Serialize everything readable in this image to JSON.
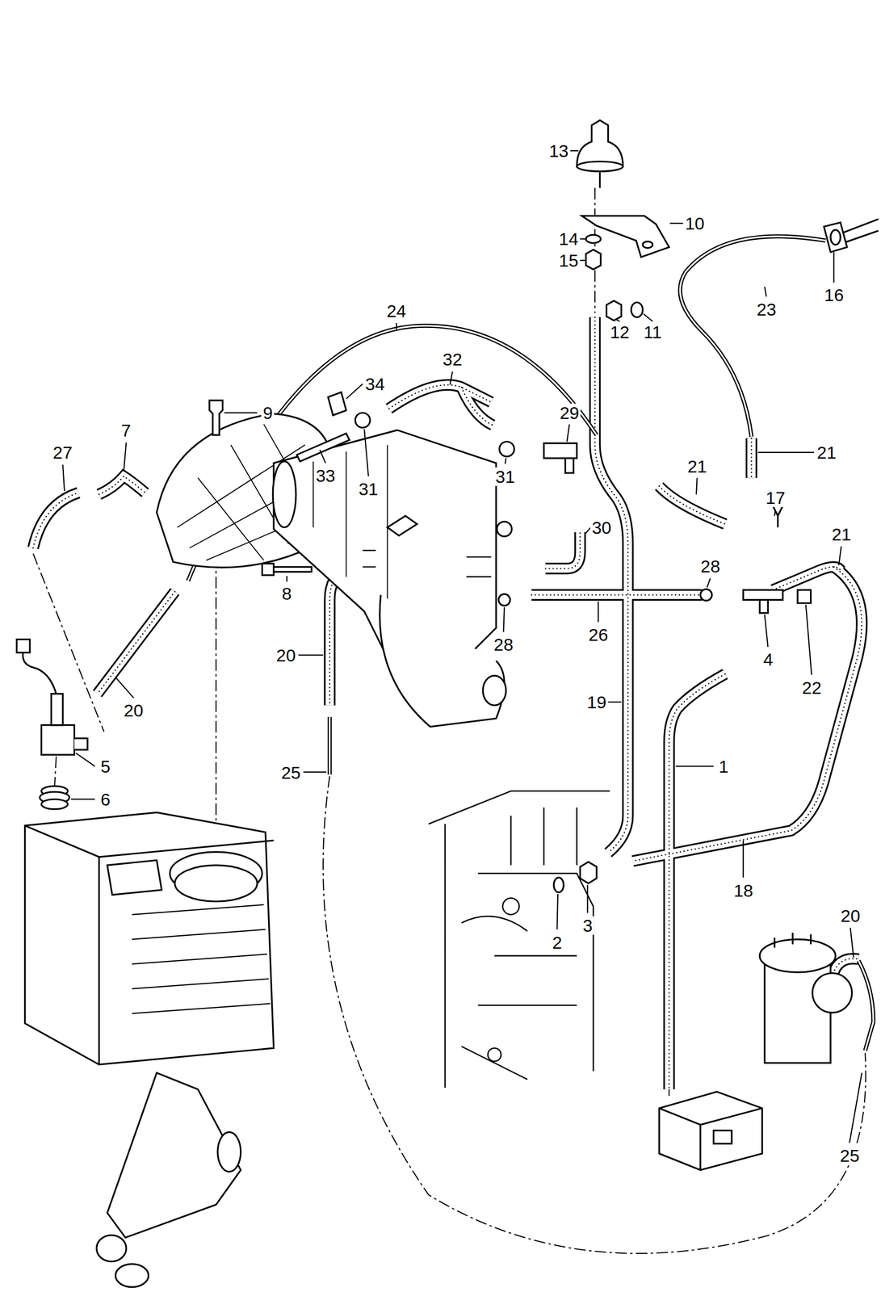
{
  "diagram": {
    "labels": [
      "13",
      "10",
      "14",
      "15",
      "16",
      "23",
      "24",
      "12",
      "11",
      "32",
      "34",
      "9",
      "29",
      "7",
      "27",
      "21",
      "21",
      "33",
      "31",
      "31",
      "17",
      "30",
      "21",
      "28",
      "8",
      "26",
      "28",
      "20",
      "4",
      "19",
      "22",
      "20",
      "1",
      "5",
      "25",
      "6",
      "18",
      "3",
      "2",
      "20",
      "25"
    ]
  }
}
